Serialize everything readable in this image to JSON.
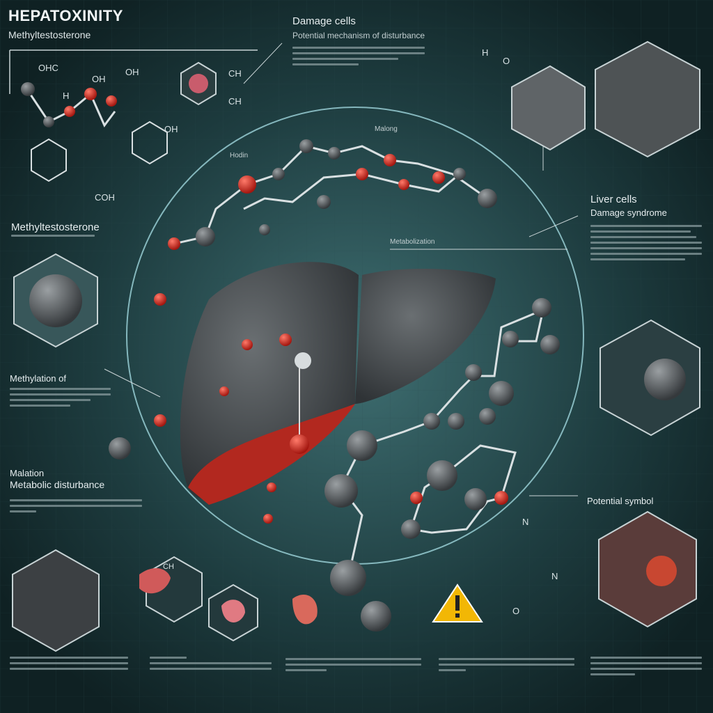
{
  "title": "HEPATOXINITY",
  "subtitle": "Methyltestosterone",
  "sections": {
    "damage_cells": {
      "heading": "Damage cells",
      "subheading": "Potential mechanism of disturbance"
    },
    "liver_cells": {
      "heading": "Liver cells",
      "subheading": "Damage syndrome"
    },
    "left_compound": {
      "heading": "Methyltestosterone"
    },
    "methylation": {
      "heading": "Methylation of"
    },
    "metabolic": {
      "heading": "Malation",
      "subheading": "Metabolic disturbance"
    },
    "potential_symbol": {
      "heading": "Potential symbol"
    },
    "center_label": {
      "heading": "Metabolization"
    },
    "malong": {
      "heading": "Malong"
    },
    "hodin": {
      "heading": "Hodin"
    }
  },
  "molecule_labels": {
    "ohc": "OHC",
    "oh1": "OH",
    "oh2": "OH",
    "ch1": "CH",
    "ch2": "CH",
    "h1": "H",
    "o1": "O",
    "coh": "COH",
    "h2": "H",
    "n1": "N",
    "n2": "N",
    "o2": "O",
    "oh3": "OH",
    "ch3": "CH"
  },
  "colors": {
    "background": "#142a2c",
    "accent_red": "#d8302c",
    "warning": "#f2b705",
    "liver": "#4a4f52"
  },
  "icons": [
    "warning-icon",
    "liver-icon",
    "stomach-icon",
    "kidney-icon"
  ]
}
